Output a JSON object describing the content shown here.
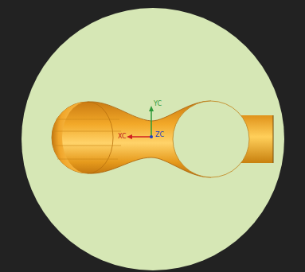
{
  "diagram": {
    "labels": [
      "YC",
      "XC",
      "ZC"
    ]
  }
}
